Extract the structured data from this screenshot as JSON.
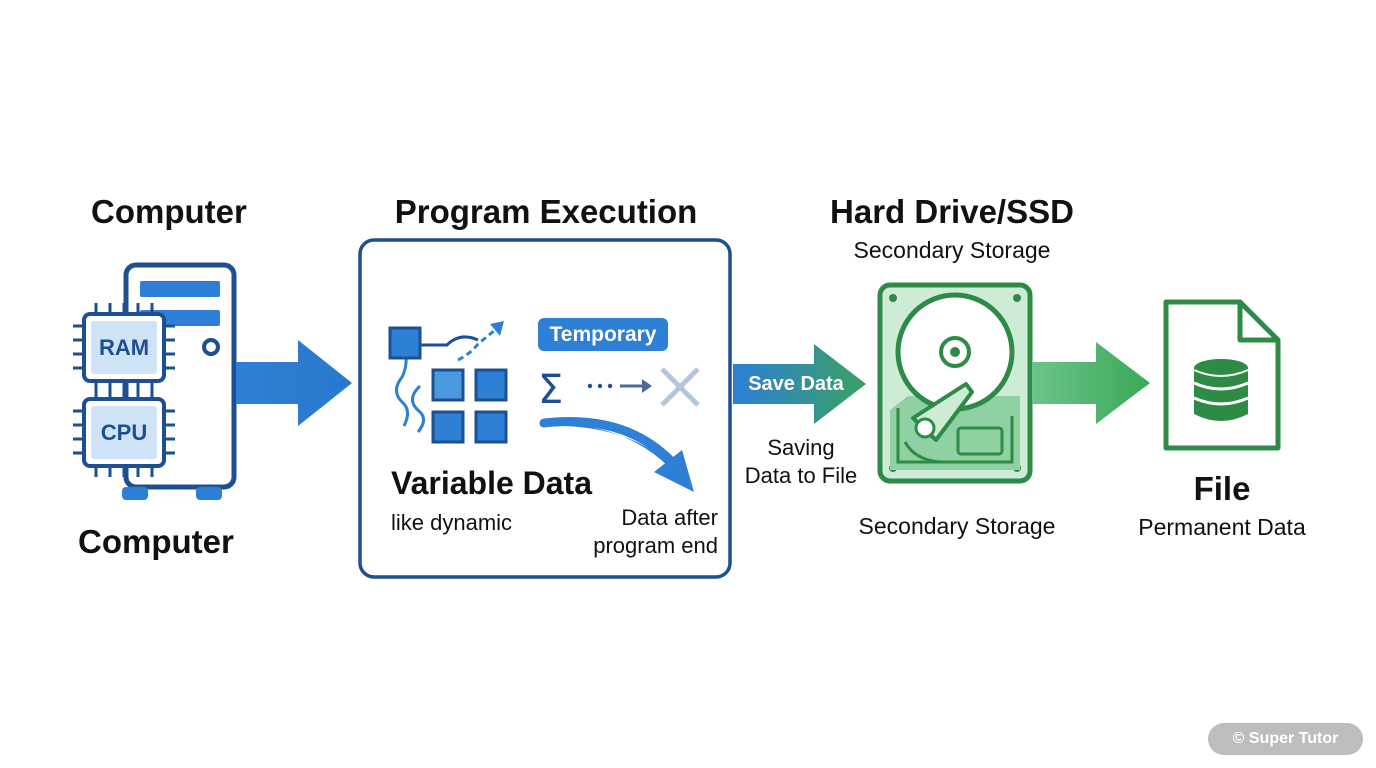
{
  "computer": {
    "title_top": "Computer",
    "title_bottom": "Computer",
    "ram_label": "RAM",
    "cpu_label": "CPU"
  },
  "program": {
    "title": "Program Execution",
    "temporary_badge": "Temporary",
    "variable_data_title": "Variable Data",
    "variable_data_subtitle": "like dynamic",
    "after_end_line1": "Data after",
    "after_end_line2": "program end"
  },
  "save": {
    "arrow_label": "Save Data",
    "caption_line1": "Saving",
    "caption_line2": "Data to File"
  },
  "drive": {
    "title": "Hard Drive/SSD",
    "subtitle_top": "Secondary Storage",
    "subtitle_bottom": "Secondary Storage"
  },
  "file": {
    "title": "File",
    "subtitle": "Permanent Data"
  },
  "footer": {
    "badge": "© Super Tutor"
  },
  "colors": {
    "blue_dark": "#1d4f91",
    "blue_mid": "#2e7fd6",
    "blue_light": "#cfe3f7",
    "green_dark": "#2e8b46",
    "green_light": "#cdebd5",
    "badge_gray": "#bdbdbd"
  },
  "icons": [
    "computer-tower-icon",
    "ram-chip-icon",
    "cpu-chip-icon",
    "flow-diagram-icon",
    "sum-icon",
    "clear-x-icon",
    "hard-drive-icon",
    "file-database-icon"
  ]
}
